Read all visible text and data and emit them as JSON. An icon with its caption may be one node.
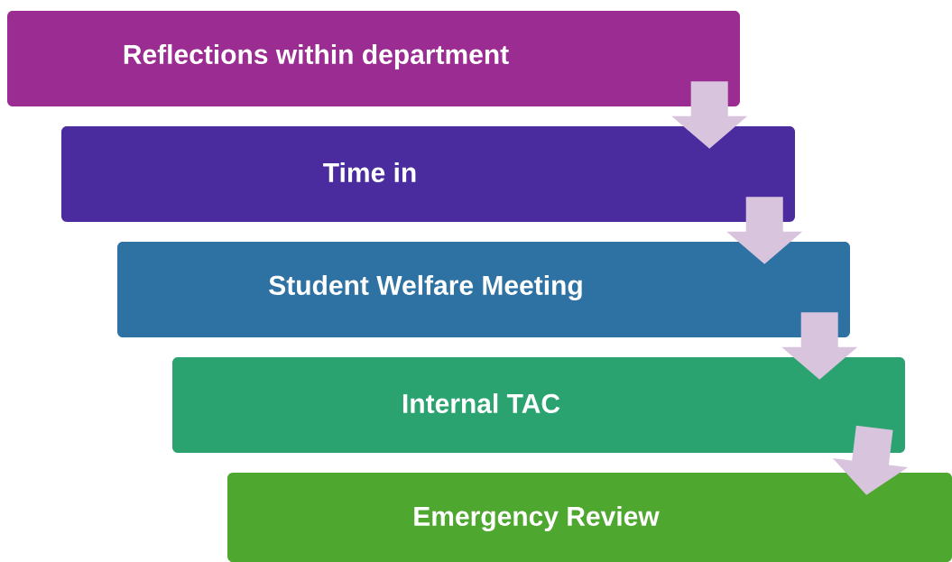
{
  "diagram": {
    "nodes": [
      {
        "text": [
          "Reflections within department"
        ]
      },
      {
        "text": [
          "Time in"
        ]
      },
      {
        "text": [
          "Student Welfare Meeting"
        ]
      },
      {
        "text": [
          "Internal TAC"
        ]
      },
      {
        "text": [
          "Emergency Review"
        ]
      }
    ],
    "edges": [
      {
        "from": 0,
        "to": 1,
        "arrow": "to"
      },
      {
        "from": 1,
        "to": 2,
        "arrow": "to"
      },
      {
        "from": 2,
        "to": 3,
        "arrow": "to"
      },
      {
        "from": 3,
        "to": 4,
        "arrow": "to"
      }
    ]
  }
}
